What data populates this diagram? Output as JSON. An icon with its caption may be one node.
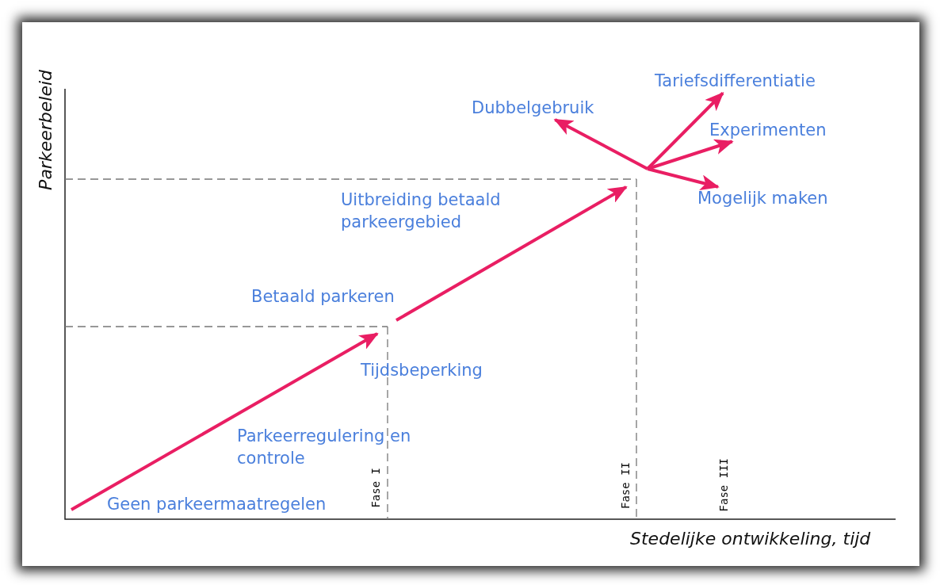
{
  "diagram": {
    "nodes": [
      {
        "text": [
          "Dubbelgebruik"
        ]
      },
      {
        "text": [
          "Tariefsdifferentiatie"
        ]
      },
      {
        "text": [
          "Experimenten"
        ]
      },
      {
        "text": [
          "Mogelijk maken"
        ]
      }
    ],
    "edges": [
      {
        "from": null,
        "to": 0,
        "arrow": "to"
      },
      {
        "from": null,
        "to": 1,
        "arrow": "to"
      },
      {
        "from": null,
        "to": 2,
        "arrow": "to"
      },
      {
        "from": null,
        "to": 3,
        "arrow": "to"
      }
    ],
    "labels": [
      "Parkeerbeleid",
      "Uitbreiding betaald parkeergebied",
      "Betaald parkeren",
      "Tijdsbeperking",
      "Parkeerregulering en controle",
      "Geen parkeermaatregelen",
      "Fase I",
      "Fase II",
      "Fase III",
      "Stedelijke ontwikkeling, tijd"
    ]
  }
}
